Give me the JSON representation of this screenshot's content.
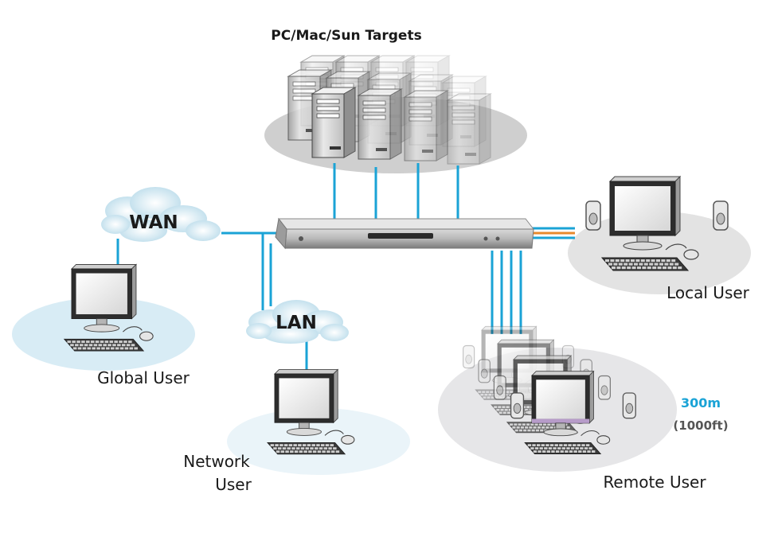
{
  "labels": {
    "targets": "PC/Mac/Sun Targets",
    "wan": "WAN",
    "lan": "LAN",
    "local_user": "Local User",
    "global_user": "Global User",
    "network_user_line1": "Network",
    "network_user_line2": "User",
    "remote_user": "Remote User",
    "distance_m": "300m",
    "distance_ft": "(1000ft)"
  },
  "colors": {
    "cable_blue": "#1aa3d6",
    "cable_orange": "#e8892c",
    "distance_blue": "#1aa3d6",
    "user_zone_blue": "#d8ecf5",
    "server_zone_grey": "#cfcfcf",
    "remote_zone_grey": "#e6e6e8"
  },
  "icons": {
    "cloud": "cloud-icon",
    "server": "server-tower-icon",
    "monitor": "monitor-icon",
    "keyboard": "keyboard-icon",
    "mouse": "mouse-icon",
    "speaker": "speaker-icon",
    "switch": "kvm-switch-icon"
  }
}
